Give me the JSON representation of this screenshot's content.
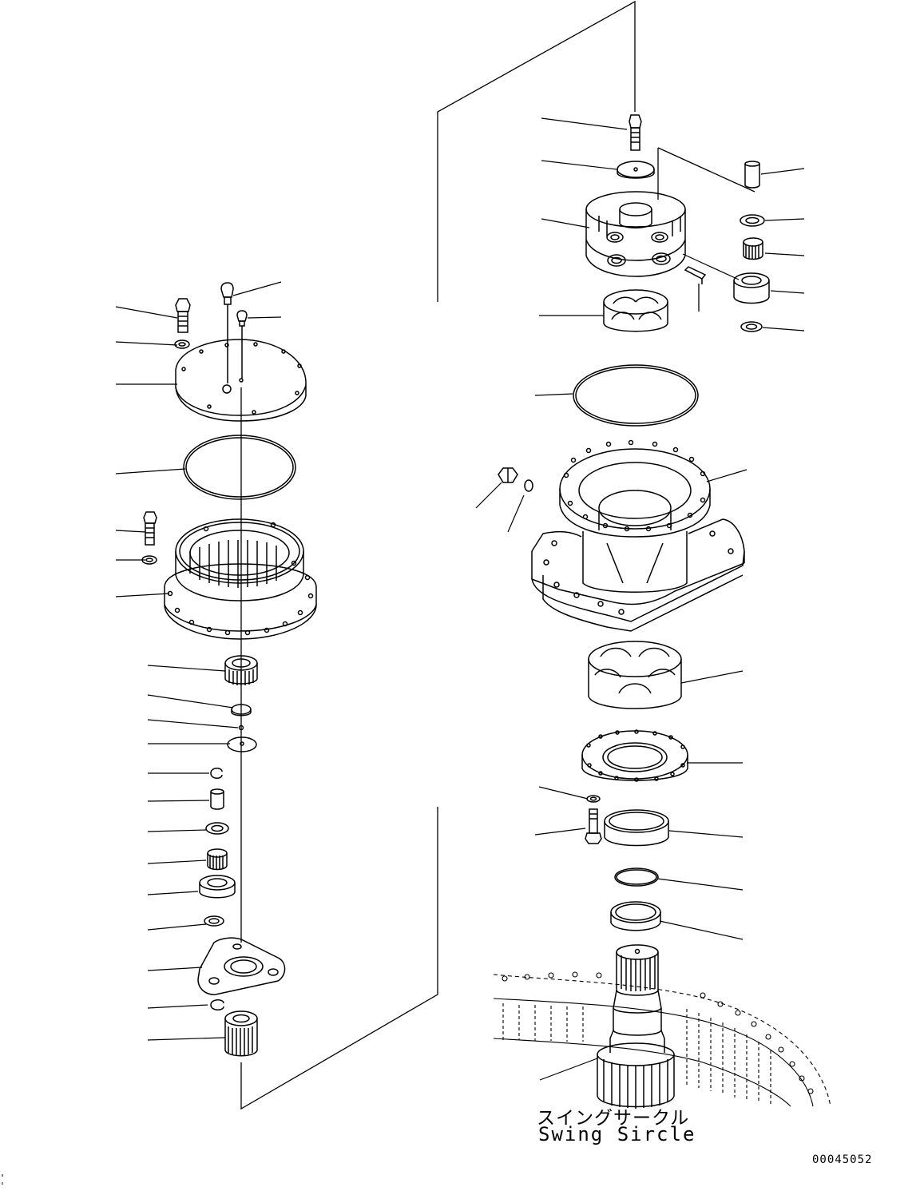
{
  "swing_circle": {
    "label_jp": "スイングサークル",
    "label_en": "Swing Sircle"
  },
  "figure_id": "00045052"
}
